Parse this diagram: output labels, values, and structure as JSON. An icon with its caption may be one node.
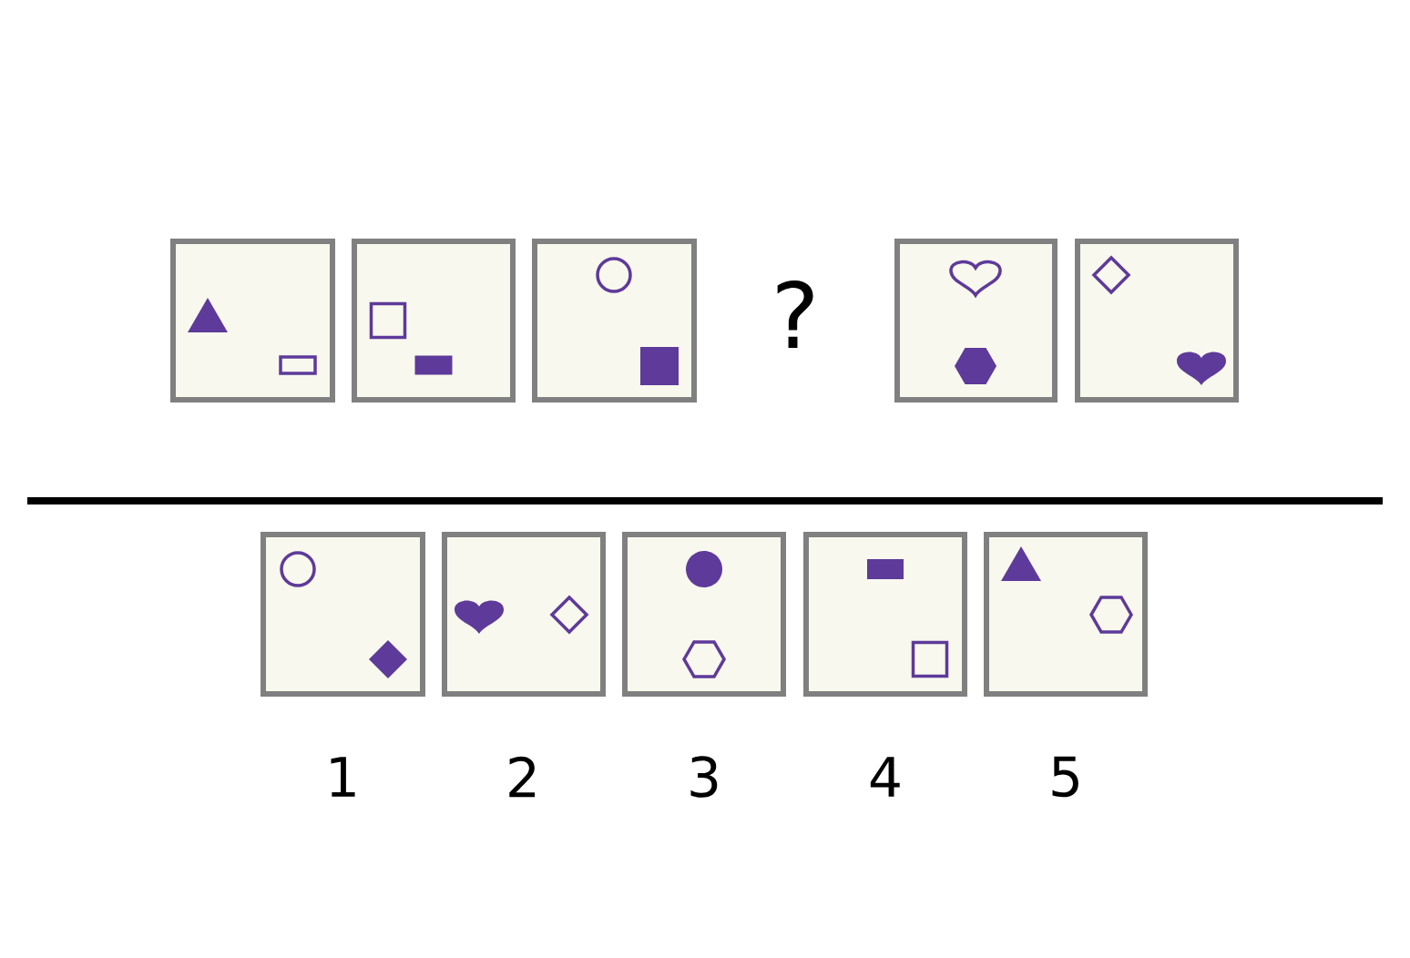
{
  "diagram": {
    "labels": [
      "?",
      "1",
      "2",
      "3",
      "4",
      "5"
    ]
  }
}
